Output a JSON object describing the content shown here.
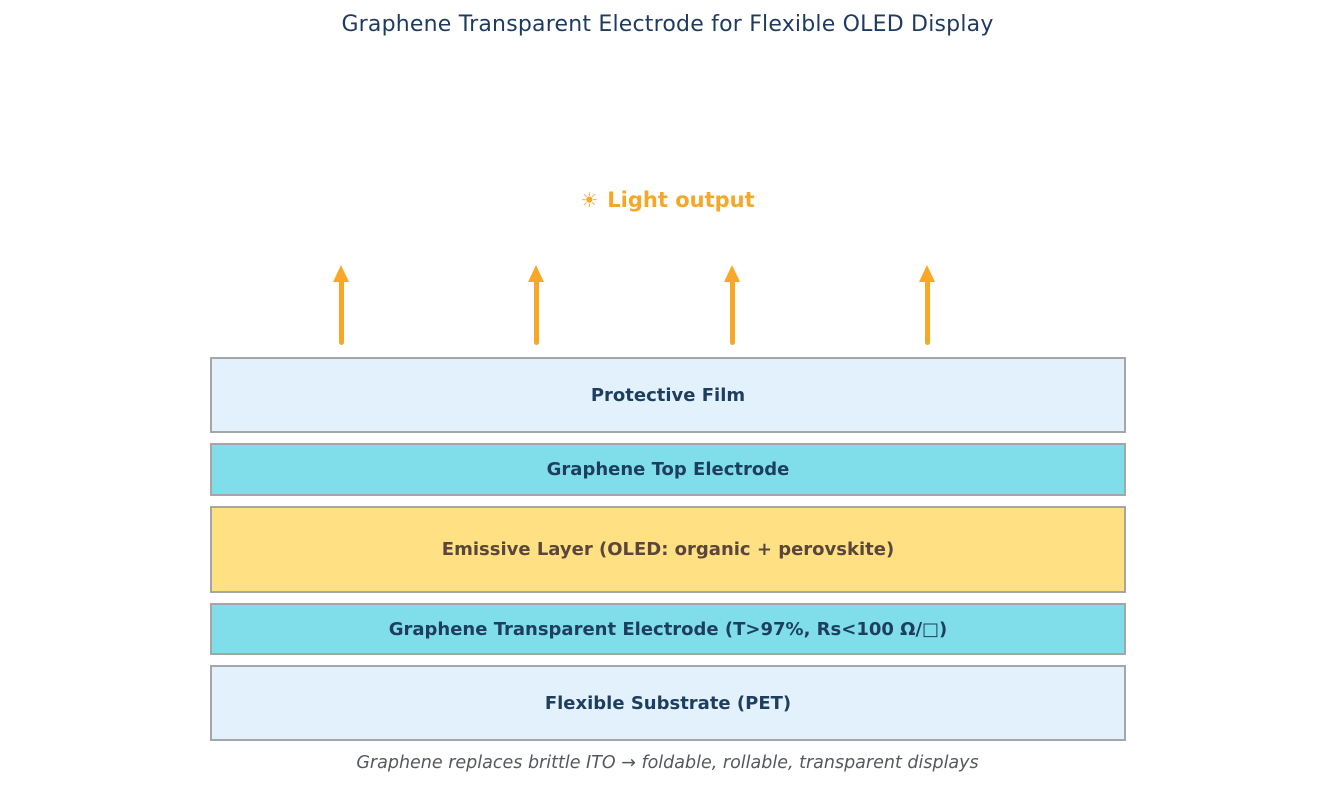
{
  "title": "Graphene Transparent Electrode for Flexible OLED Display",
  "light_output": {
    "icon": "☀",
    "label": "Light output"
  },
  "arrows": {
    "count": 4,
    "direction": "up",
    "color": "#F9A825"
  },
  "layers": [
    {
      "label": "Protective Film",
      "bg": "#E2F1FC",
      "text_color": "#1D3E5E"
    },
    {
      "label": "Graphene Top Electrode",
      "bg": "#80DEEA",
      "text_color": "#1D3E5E"
    },
    {
      "label": "Emissive Layer (OLED: organic + perovskite)",
      "bg": "#FFE082",
      "text_color": "#5A463C"
    },
    {
      "label": "Graphene Transparent Electrode (T>97%, Rs<100 Ω/□)",
      "bg": "#80DEEA",
      "text_color": "#1D3E5E"
    },
    {
      "label": "Flexible Substrate (PET)",
      "bg": "#E2F1FC",
      "text_color": "#1D3E5E"
    }
  ],
  "caption": "Graphene replaces brittle ITO → foldable, rollable, transparent displays",
  "colors": {
    "accent_orange": "#F9A825",
    "light_output_orange": "#F5A728",
    "border_gray": "#A6A6A6",
    "title_navy": "#1E3A5F",
    "caption_gray": "#55595E",
    "background": "#FFFFFF"
  }
}
